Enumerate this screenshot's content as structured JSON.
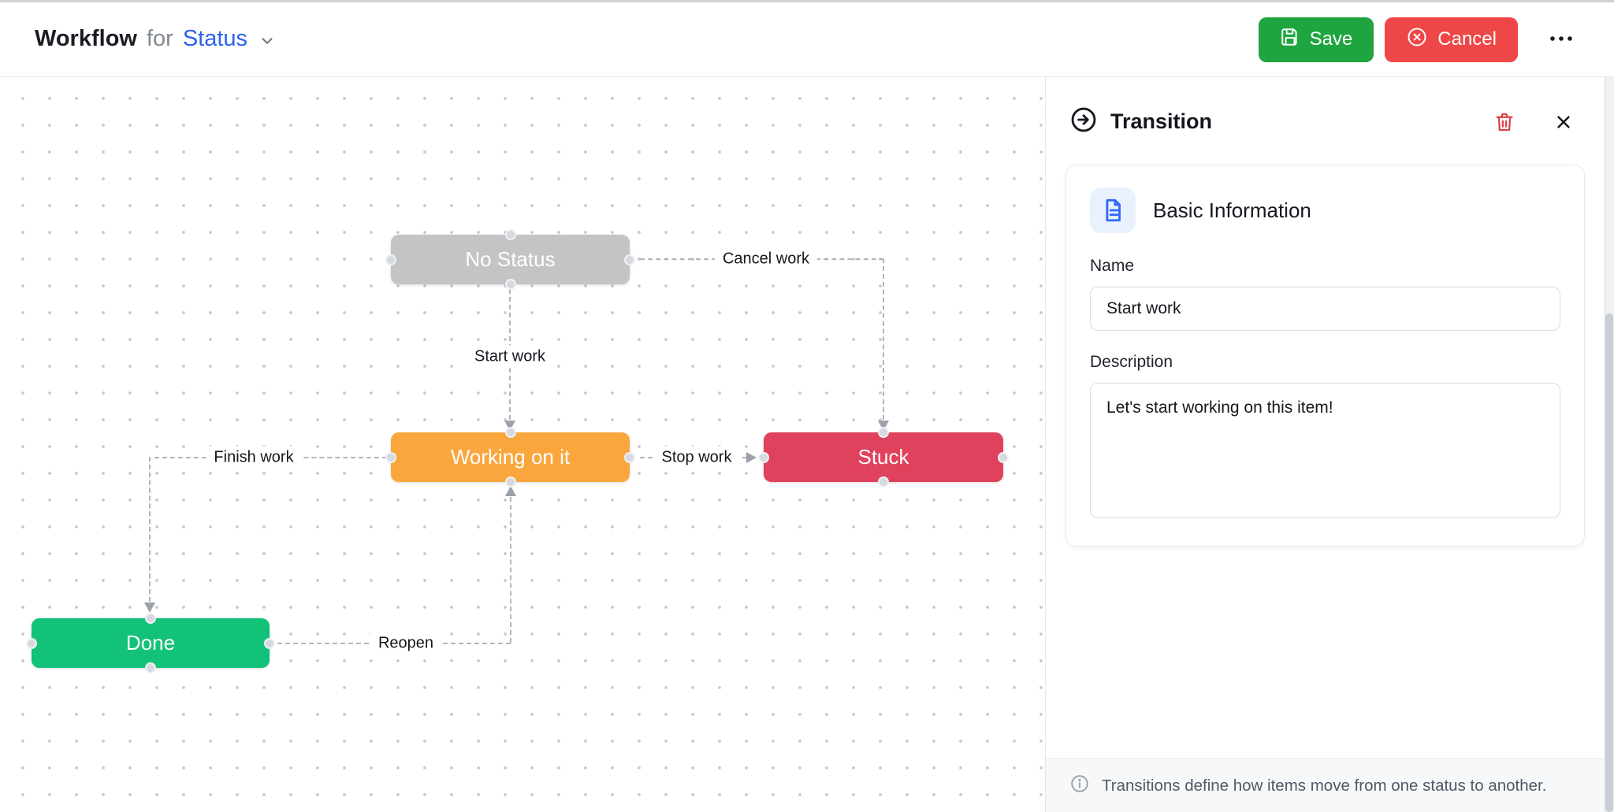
{
  "header": {
    "title_bold": "Workflow",
    "title_for": "for",
    "title_target": "Status",
    "save_label": "Save",
    "cancel_label": "Cancel"
  },
  "canvas": {
    "nodes": [
      {
        "id": "no-status",
        "label": "No Status",
        "color": "#c3c4c6"
      },
      {
        "id": "working-on-it",
        "label": "Working on it",
        "color": "#f9a73d"
      },
      {
        "id": "stuck",
        "label": "Stuck",
        "color": "#e0415c"
      },
      {
        "id": "done",
        "label": "Done",
        "color": "#12c278"
      }
    ],
    "edges": [
      {
        "label": "Start work",
        "from": "No Status",
        "to": "Working on it"
      },
      {
        "label": "Cancel work",
        "from": "No Status",
        "to": "Stuck"
      },
      {
        "label": "Stop work",
        "from": "Working on it",
        "to": "Stuck"
      },
      {
        "label": "Finish work",
        "from": "Working on it",
        "to": "Done"
      },
      {
        "label": "Reopen",
        "from": "Done",
        "to": "Working on it"
      }
    ]
  },
  "panel": {
    "title": "Transition",
    "card_title": "Basic Information",
    "name_label": "Name",
    "name_value": "Start work",
    "description_label": "Description",
    "description_value": "Let's start working on this item!",
    "footer_note": "Transitions define how items move from one status to another."
  },
  "icons": {
    "save": "floppy-disk",
    "cancel": "circle-x",
    "more": "ellipsis",
    "title_chevron": "chevron-down",
    "transition": "arrow-right-circle",
    "delete": "trash",
    "close": "x",
    "basic_information": "document",
    "footer": "info-circle"
  },
  "colors": {
    "save_green": "#1fa53f",
    "cancel_red": "#ef4747",
    "status_link_blue": "#2b62ec",
    "trash_red": "#e0414e",
    "doc_icon_blue": "#2f68f6",
    "doc_tile_bg": "#e9f1fe",
    "edge_gray": "#b0b4ba",
    "node_no_status": "#c3c4c6",
    "node_working": "#f9a73d",
    "node_stuck": "#e0415c",
    "node_done": "#12c278"
  }
}
